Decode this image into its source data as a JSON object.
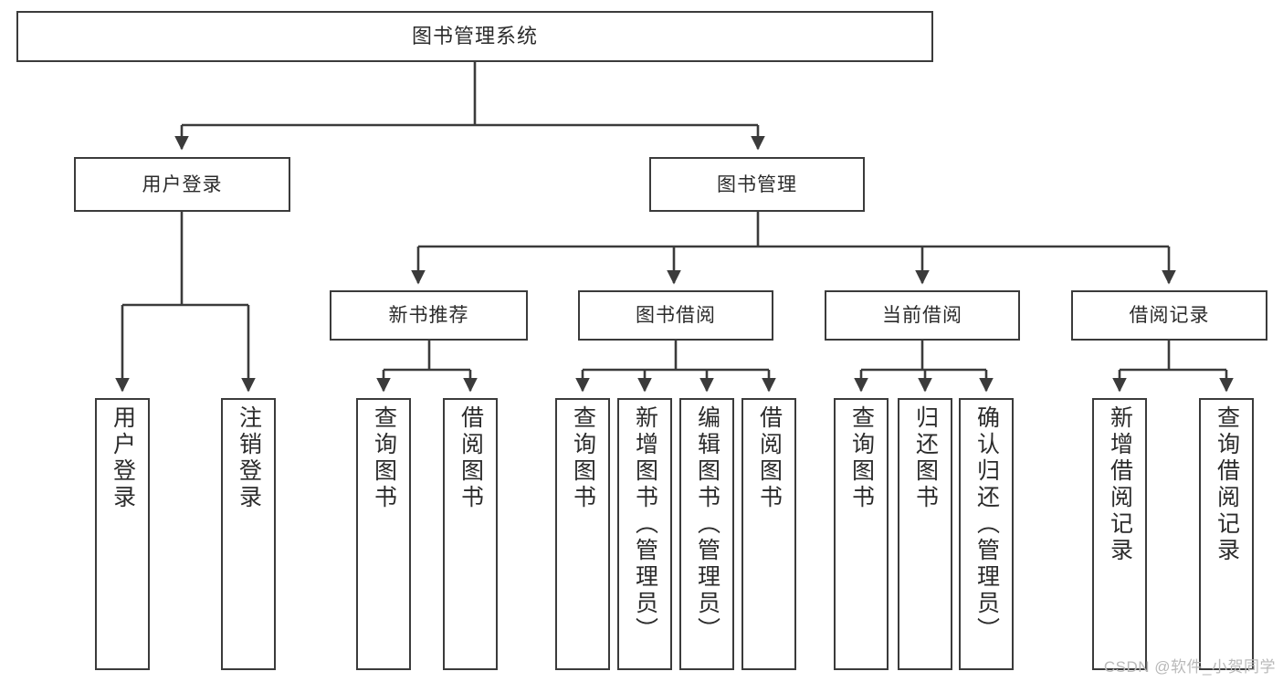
{
  "diagram": {
    "type": "tree-hierarchy",
    "title": "图书管理系统",
    "root": {
      "label": "图书管理系统"
    },
    "level1": [
      {
        "label": "用户登录"
      },
      {
        "label": "图书管理"
      }
    ],
    "level2": [
      {
        "label": "新书推荐"
      },
      {
        "label": "图书借阅"
      },
      {
        "label": "当前借阅"
      },
      {
        "label": "借阅记录"
      }
    ],
    "leaves": {
      "user_login": [
        {
          "label": "用户登录"
        },
        {
          "label": "注销登录"
        }
      ],
      "new_book_recommend": [
        {
          "label": "查询图书"
        },
        {
          "label": "借阅图书"
        }
      ],
      "book_borrow": [
        {
          "label": "查询图书"
        },
        {
          "label": "新增图书（管理员）"
        },
        {
          "label": "编辑图书（管理员）"
        },
        {
          "label": "借阅图书"
        }
      ],
      "current_borrow": [
        {
          "label": "查询图书"
        },
        {
          "label": "归还图书"
        },
        {
          "label": "确认归还（管理员）"
        }
      ],
      "borrow_record": [
        {
          "label": "新增借阅记录"
        },
        {
          "label": "查询借阅记录"
        }
      ]
    },
    "watermark": "CSDN @软件_小贺同学",
    "colors": {
      "stroke": "#3b3b3b",
      "background": "#ffffff",
      "text": "#2b2b2b",
      "watermark": "#b9b9b9"
    }
  }
}
